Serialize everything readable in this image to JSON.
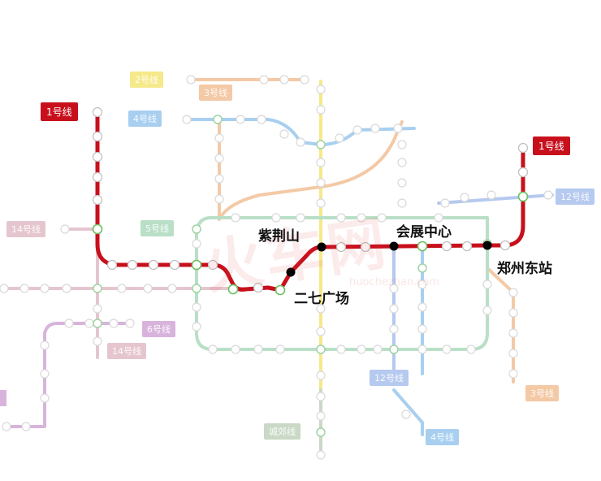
{
  "colors": {
    "line1": "#c8101d",
    "faint_lines": {
      "line2": "#f5e98a",
      "line3": "#f4c9a6",
      "line4": "#a8cff0",
      "line5": "#b9dfc7",
      "line6": "#d8b4dc",
      "line12": "#b6c9ef",
      "line14": "#e5c6cf",
      "chengjiao": "#c9d9c6"
    }
  },
  "watermark": {
    "text": "火车网",
    "sub": "huochezhan.com"
  },
  "line_tags": {
    "line1_west": "1号线",
    "line1_east": "1号线",
    "line2": "2号线",
    "line3": "3号线",
    "line4_top": "4号线",
    "line4_bottom": "4号线",
    "line5": "5号线",
    "line6": "6号线",
    "line12_east": "12号线",
    "line12_south": "12号线",
    "line14_west": "14号线",
    "line14_south": "14号线",
    "line3_south": "3号线",
    "chengjiao": "城郊线"
  },
  "highlighted_stations": {
    "zijingshan": "紫荆山",
    "huizhan": "会展中心",
    "erqi": "二七广场",
    "zhengzhoudong": "郑州东站"
  }
}
